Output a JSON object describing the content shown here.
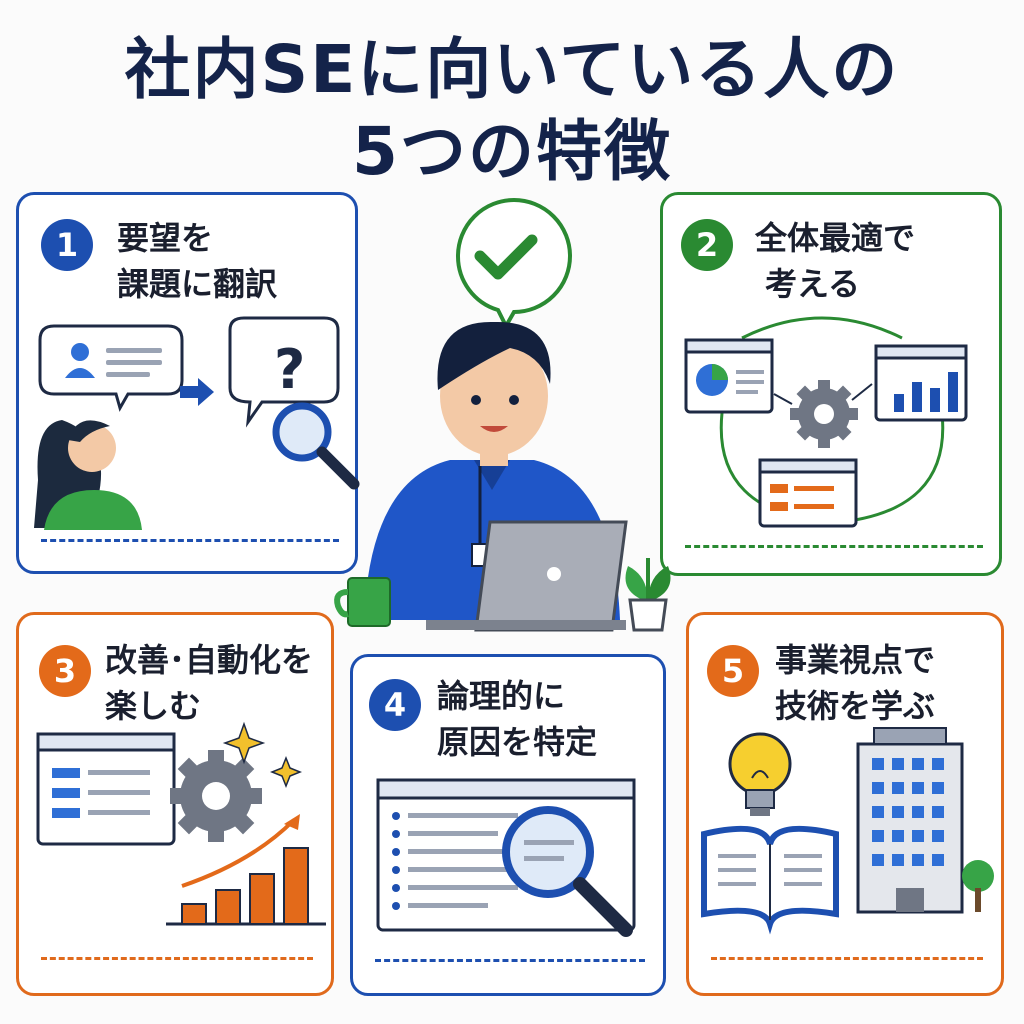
{
  "title": {
    "line1": "社内SEに向いている人の",
    "line2": "5つの特徴"
  },
  "cards": [
    {
      "number": "1",
      "line1": "要望を",
      "line2": "課題に翻訳"
    },
    {
      "number": "2",
      "line1": "全体最適で",
      "line2": "考える"
    },
    {
      "number": "3",
      "line1": "改善･自動化を",
      "line2": "楽しむ"
    },
    {
      "number": "4",
      "line1": "論理的に",
      "line2": "原因を特定"
    },
    {
      "number": "5",
      "line1": "事業視点で",
      "line2": "技術を学ぶ"
    }
  ],
  "icons": {
    "card1": [
      "person-speech-icon",
      "arrow-right-icon",
      "question-bubble-icon",
      "magnifier-icon"
    ],
    "card2": [
      "chart-window-icon",
      "gear-icon",
      "bar-chart-window-icon",
      "list-window-icon"
    ],
    "card3": [
      "list-window-icon",
      "gear-icon",
      "sparkle-icon",
      "growth-chart-icon"
    ],
    "card4": [
      "code-window-icon",
      "magnifier-icon"
    ],
    "card5": [
      "lightbulb-icon",
      "open-book-icon",
      "building-icon",
      "tree-icon"
    ],
    "center": [
      "checkmark-bubble-icon",
      "engineer-with-laptop-illustration",
      "mug-icon",
      "plant-icon"
    ]
  },
  "colors": {
    "blue": "#1d4fb0",
    "green": "#2a8a32",
    "orange": "#e36a1a",
    "navy": "#14234a"
  }
}
